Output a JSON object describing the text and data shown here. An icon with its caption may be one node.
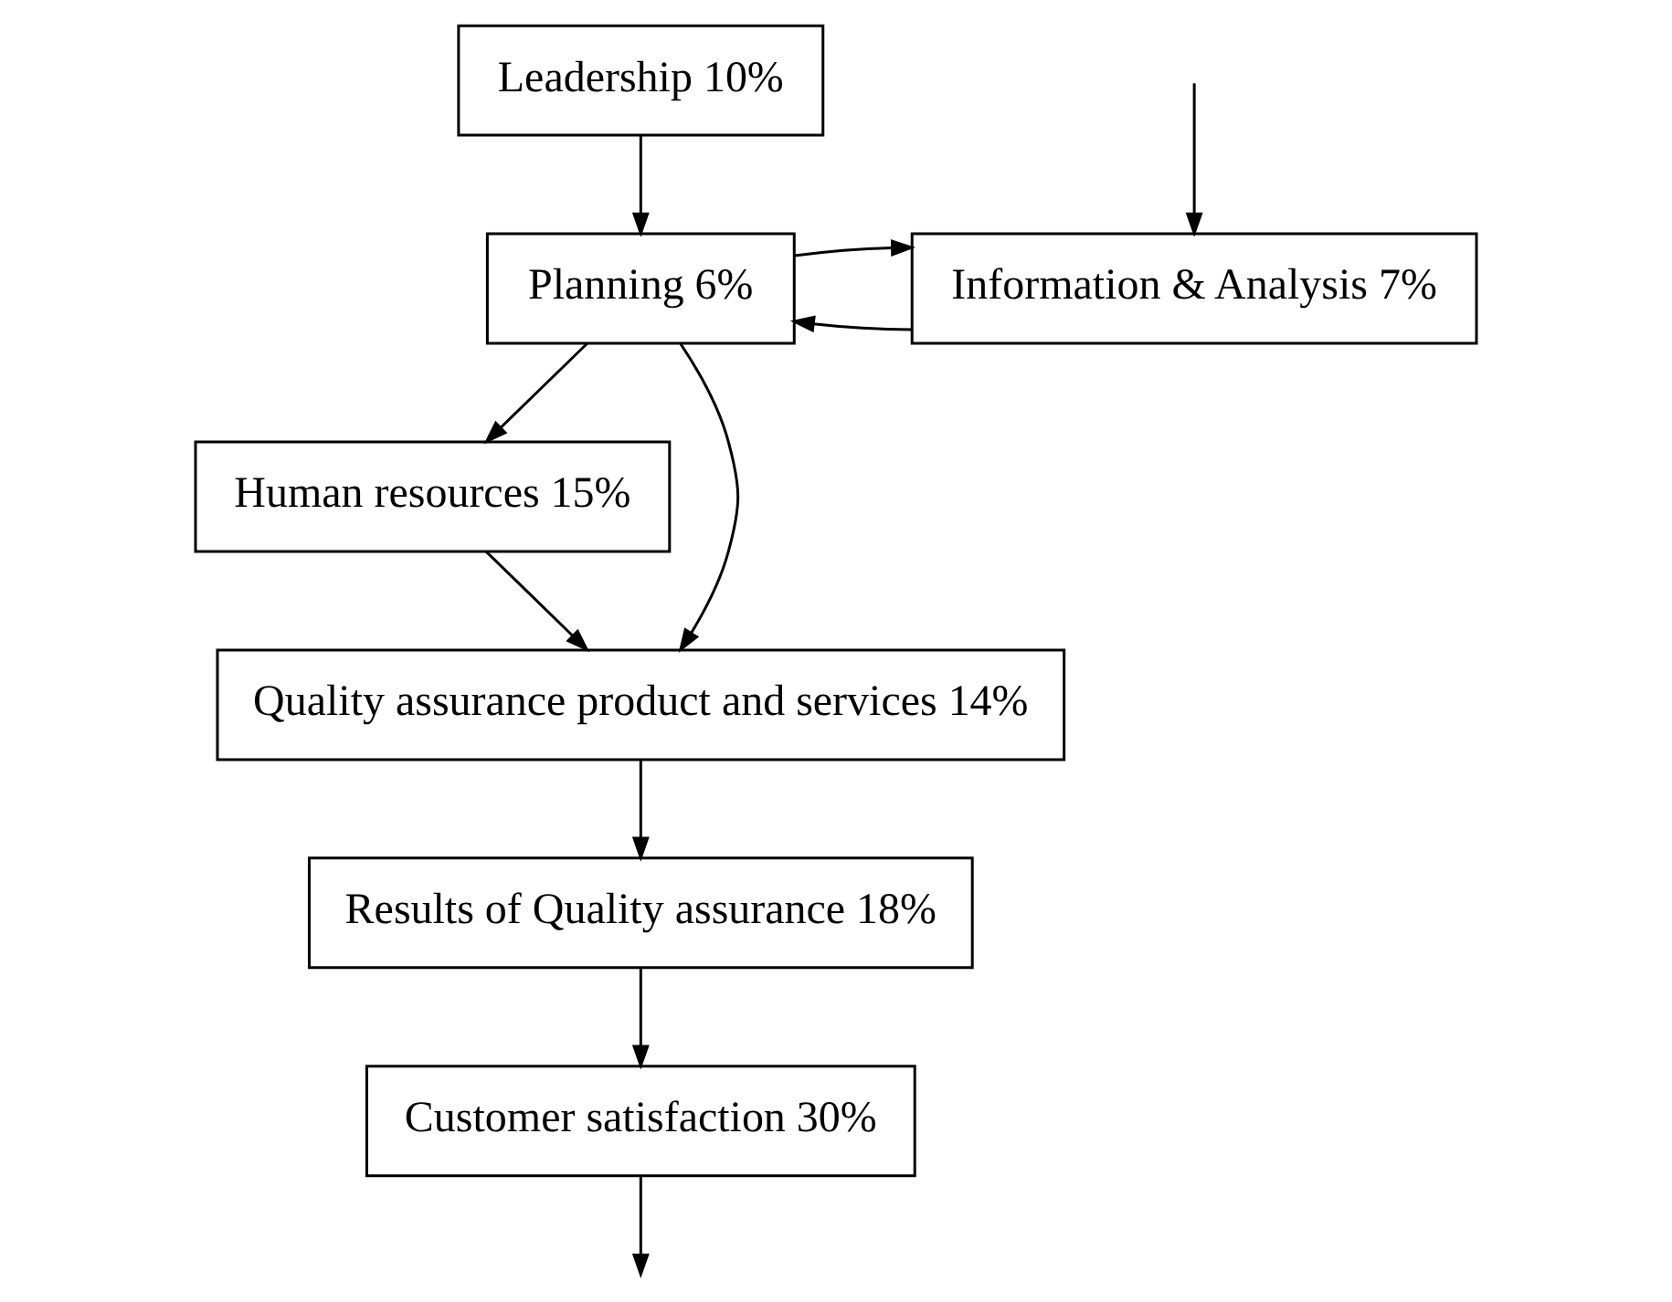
{
  "diagram": {
    "nodes": [
      {
        "text": [
          "Leadership 10%"
        ]
      },
      {
        "text": [
          "Information & Analysis 7%"
        ]
      },
      {
        "text": [
          "Planning 6%"
        ]
      },
      {
        "text": [
          "Human resources 15%"
        ]
      },
      {
        "text": [
          "Quality assurance product and services 14%"
        ]
      },
      {
        "text": [
          "Results of Quality assurance 18%"
        ]
      },
      {
        "text": [
          "Customer satisfaction 30%"
        ]
      }
    ],
    "edges": [
      {
        "from": 0,
        "to": 2,
        "arrow": "to"
      },
      {
        "from": 1,
        "to": 2,
        "arrow": "to"
      },
      {
        "from": 2,
        "to": 1,
        "arrow": "to"
      },
      {
        "from": 2,
        "to": 3,
        "arrow": "to"
      },
      {
        "from": 2,
        "to": 4,
        "arrow": "to"
      },
      {
        "from": 3,
        "to": 4,
        "arrow": "to"
      },
      {
        "from": 4,
        "to": 5,
        "arrow": "to"
      },
      {
        "from": 5,
        "to": 6,
        "arrow": "to"
      },
      {
        "from": 6,
        "to": null,
        "arrow": "to"
      },
      {
        "from": null,
        "to": 1,
        "arrow": "to"
      }
    ]
  }
}
